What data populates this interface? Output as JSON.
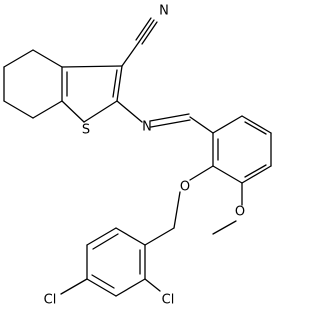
{
  "molecule": {
    "atoms": {
      "nitrile_n": "N",
      "thiophene_s": "S",
      "imine_n": "N",
      "ether_o": "O",
      "methoxy_o": "O",
      "chloro_ortho": "Cl",
      "chloro_para": "Cl"
    }
  }
}
